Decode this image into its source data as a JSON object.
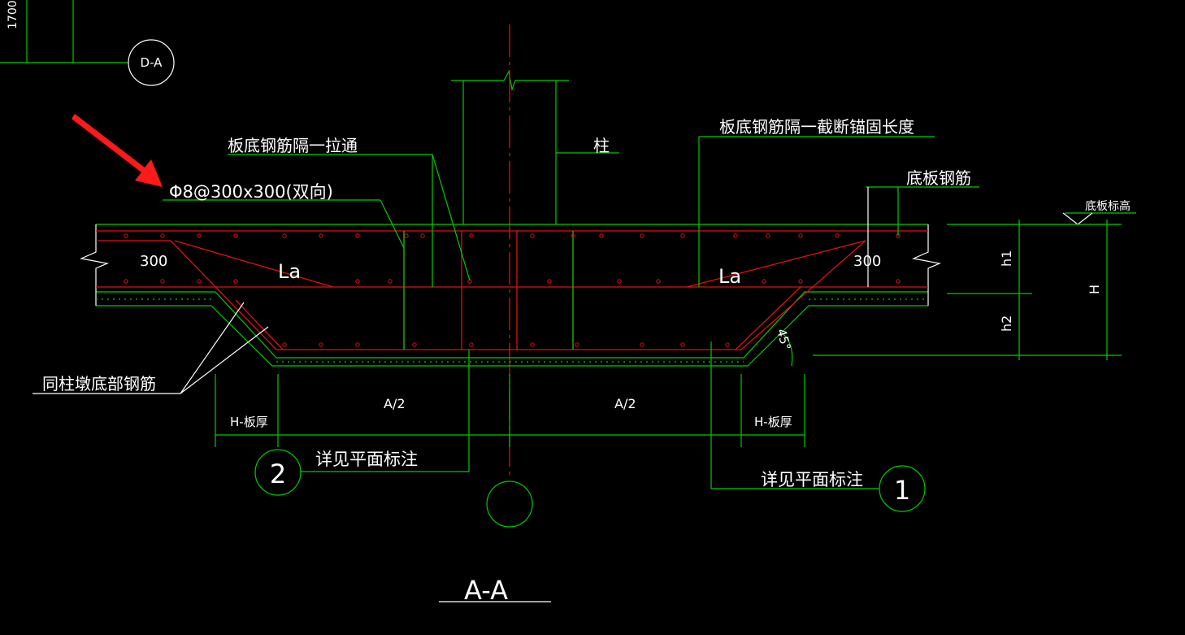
{
  "labels": {
    "dim_1700": "1700",
    "tag_da": "D-A",
    "through_bar": "板底钢筋隔一拉通",
    "column": "柱",
    "cutoff_bar": "板底钢筋隔一截断锚固长度",
    "bottom_slab_bar": "底板钢筋",
    "slab_elev": "底板标高",
    "rebar_spec": "Φ8@300x300(双向)",
    "dim_300_left": "300",
    "dim_300_right": "300",
    "la_left": "La",
    "la_right": "La",
    "h1": "h1",
    "h2": "h2",
    "H": "H",
    "angle": "45°",
    "pier_bottom_bar": "同柱墩底部钢筋",
    "half_a_left": "A/2",
    "half_a_right": "A/2",
    "h_thickness_left": "H-板厚",
    "h_thickness_right": "H-板厚",
    "see_plan_left": "详见平面标注",
    "see_plan_right": "详见平面标注",
    "circle_2": "2",
    "circle_1": "1",
    "section_title": "A-A"
  },
  "colors": {
    "background": "#000000",
    "line_green": "#00cc00",
    "rebar_red": "#e01010",
    "text_white": "#ffffff",
    "arrow_red": "#ff1a1a"
  }
}
